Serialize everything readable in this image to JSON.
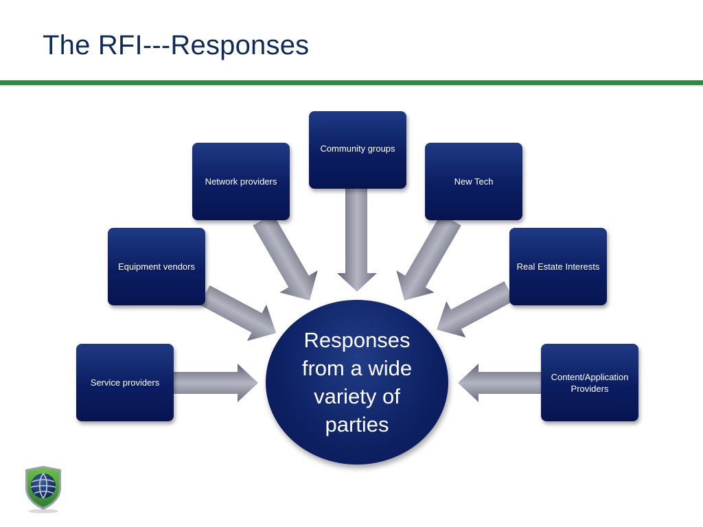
{
  "slide": {
    "title": "The RFI---Responses"
  },
  "diagram": {
    "center": "Responses from a wide variety of parties",
    "nodes": [
      {
        "id": "service-providers",
        "label": "Service providers"
      },
      {
        "id": "equipment-vendors",
        "label": "Equipment vendors"
      },
      {
        "id": "network-providers",
        "label": "Network providers"
      },
      {
        "id": "community-groups",
        "label": "Community groups"
      },
      {
        "id": "new-tech",
        "label": "New Tech"
      },
      {
        "id": "real-estate-interests",
        "label": "Real Estate Interests"
      },
      {
        "id": "content-application-providers",
        "label": "Content/Application Providers"
      }
    ]
  },
  "colors": {
    "title": "#0f2b57",
    "rule": "#2f8a45",
    "node": "#0b1d61",
    "arrow": "#8d8f9f"
  },
  "icons": {
    "logo": "shield-globe-logo"
  }
}
